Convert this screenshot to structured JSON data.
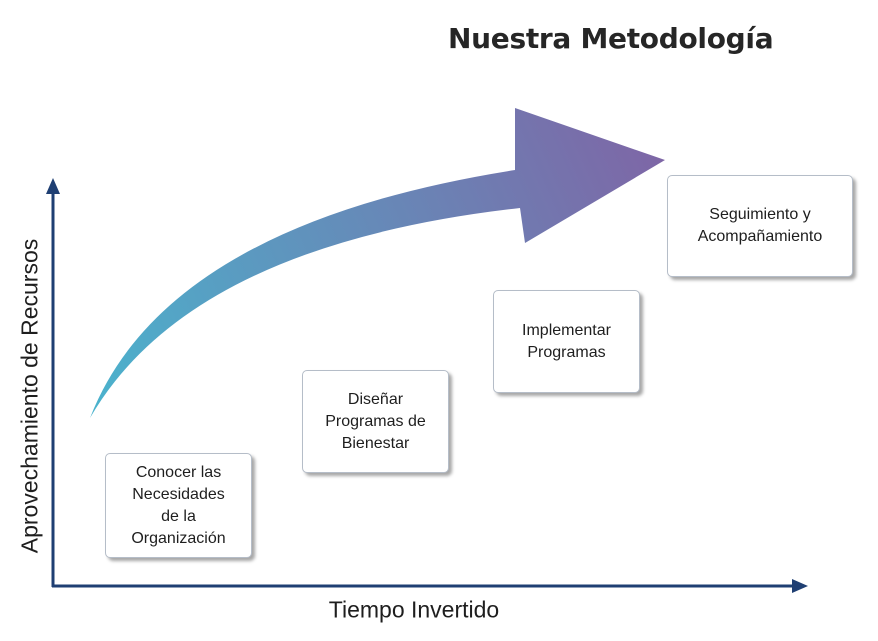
{
  "title": "Nuestra Metodología",
  "axes": {
    "y_label": "Aprovechamiento de Recursos",
    "x_label": "Tiempo Invertido"
  },
  "steps": [
    {
      "label": "Conocer las\nNecesidades\nde la\nOrganización"
    },
    {
      "label": "Diseñar\nProgramas de\nBienestar"
    },
    {
      "label": "Implementar\nProgramas"
    },
    {
      "label": "Seguimiento y\nAcompañamiento"
    }
  ],
  "colors": {
    "axis": "#1f3f73",
    "arrow_start": "#4ab3cd",
    "arrow_end": "#7e66a6"
  }
}
